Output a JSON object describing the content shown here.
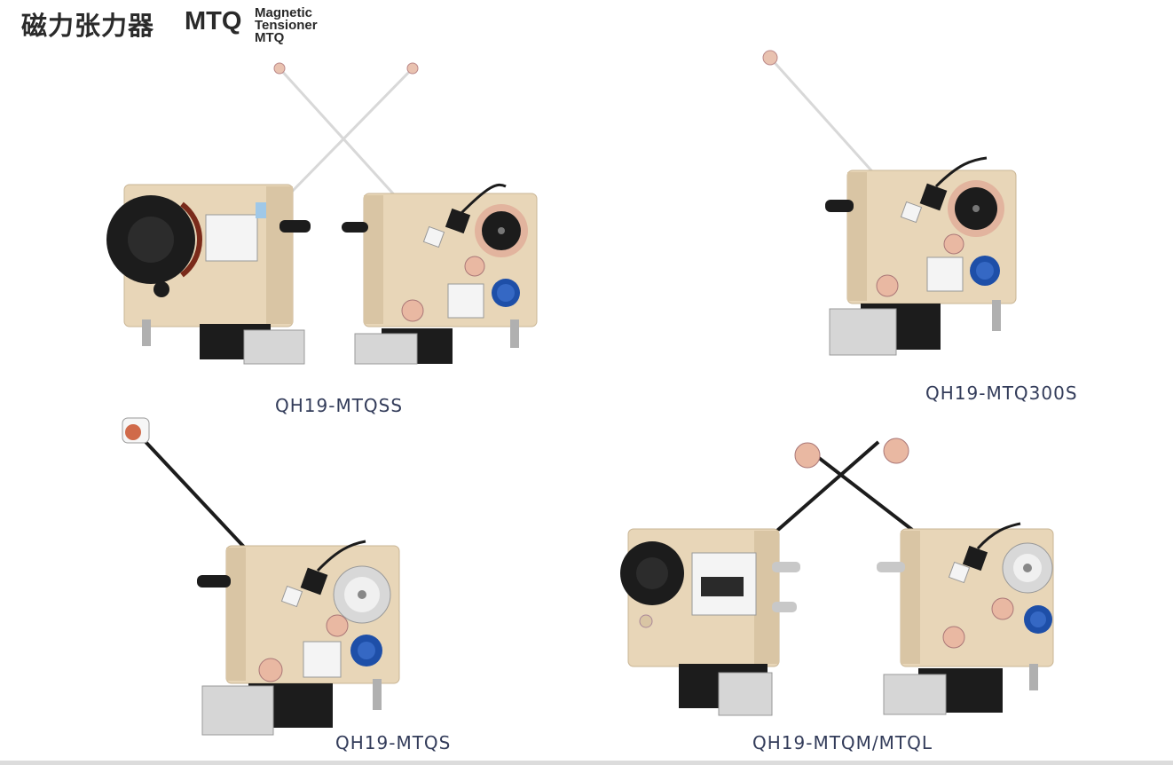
{
  "header": {
    "title_cn": "磁力张力器",
    "title_model": "MTQ",
    "subtitle_line1": "Magnetic Tensioner",
    "subtitle_line2": "MTQ"
  },
  "products": [
    {
      "caption": "QH19-MTQSS"
    },
    {
      "caption": "QH19-MTQ300S"
    },
    {
      "caption": "QH19-MTQS"
    },
    {
      "caption": "QH19-MTQM/MTQL"
    }
  ],
  "colors": {
    "body": "#e8d6b8",
    "body_shadow": "#c9b594",
    "dark": "#1c1c1c",
    "knob_blue": "#1e4fa8",
    "pulley": "#e9b8a2",
    "caption": "#333c5a"
  }
}
